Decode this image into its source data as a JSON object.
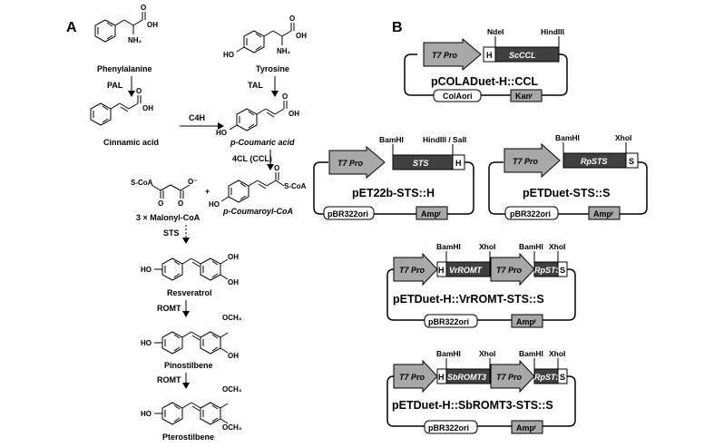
{
  "panels": {
    "a": "A",
    "b": "B"
  },
  "pathway": {
    "compounds": {
      "phenylalanine": "Phenylalanine",
      "tyrosine": "Tyrosine",
      "cinnamic_acid": "Cinnamic acid",
      "p_coumaric_acid": "p-Coumaric acid",
      "malonyl_coa": "3 × Malonyl-CoA",
      "p_coumaroyl_coa": "p-Coumaroyl-CoA",
      "resveratrol": "Resveratrol",
      "pinostilbene": "Pinostilbene",
      "pterostilbene": "Pterostilbene"
    },
    "enzymes": {
      "pal": "PAL",
      "tal": "TAL",
      "c4h": "C4H",
      "ccl": "4CL (CCL)",
      "sts": "STS",
      "romt1": "ROMT",
      "romt2": "ROMT"
    },
    "plus": "+",
    "atoms": {
      "oh": "OH",
      "ho": "HO",
      "nh2": "NH₂",
      "o": "O",
      "o_minus": "O⁻",
      "scoa": "S-CoA",
      "och3": "OCH₃"
    }
  },
  "plasmids": [
    {
      "name": "pCOLADuet-H::CCL",
      "promoter": "T7 Pro",
      "tags": [
        "H"
      ],
      "genes": [
        "ScCCL"
      ],
      "sites": [
        "NdeI",
        "HindIII"
      ],
      "ori": "ColAori",
      "marker": "Kanʳ"
    },
    {
      "name": "pET22b-STS::H",
      "promoter": "T7 Pro",
      "tags": [
        "H"
      ],
      "genes": [
        "STS"
      ],
      "sites": [
        "BamHI",
        "HindIII / SalI"
      ],
      "ori": "pBR322ori",
      "marker": "Ampʳ"
    },
    {
      "name": "pETDuet-STS::S",
      "promoter": "T7 Pro",
      "tags": [
        "S"
      ],
      "genes": [
        "RpSTS"
      ],
      "sites": [
        "BamHI",
        "XhoI"
      ],
      "ori": "pBR322ori",
      "marker": "Ampʳ"
    },
    {
      "name": "pETDuet-H::VrROMT-STS::S",
      "promoters": [
        "T7 Pro",
        "T7 Pro"
      ],
      "tags": [
        "H",
        "S"
      ],
      "genes": [
        "VrROMT",
        "RpSTS"
      ],
      "sites": [
        "BamHI",
        "XhoI",
        "BamHI",
        "XhoI"
      ],
      "ori": "pBR322ori",
      "marker": "Ampʳ"
    },
    {
      "name": "pETDuet-H::SbROMT3-STS::S",
      "promoters": [
        "T7 Pro",
        "T7 Pro"
      ],
      "tags": [
        "H",
        "S"
      ],
      "genes": [
        "SbROMT3",
        "RpSTS"
      ],
      "sites": [
        "BamHI",
        "XhoI",
        "BamHI",
        "XhoI"
      ],
      "ori": "pBR322ori",
      "marker": "Ampʳ"
    }
  ]
}
